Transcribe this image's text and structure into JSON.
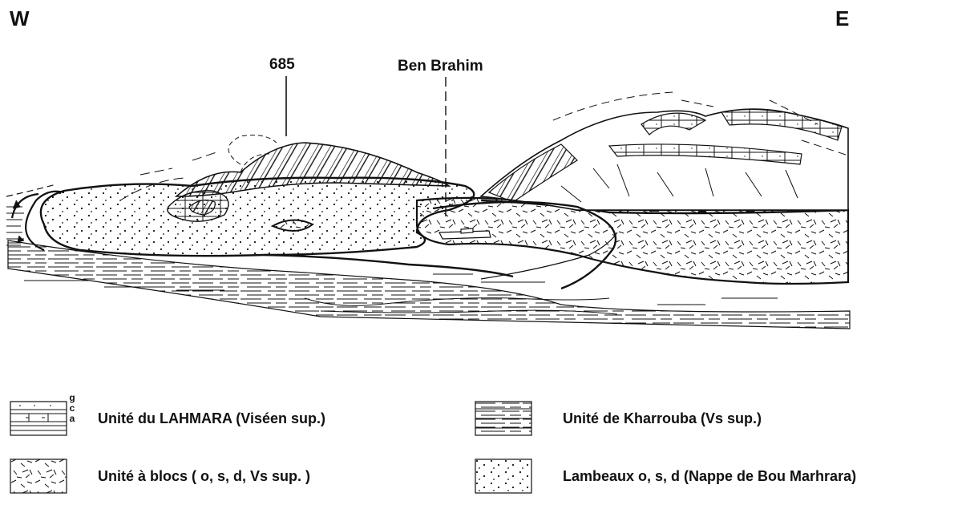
{
  "orientation": {
    "west": "W",
    "east": "E"
  },
  "annotations": {
    "peak_685": "685",
    "ben_brahim": "Ben Brahim"
  },
  "legend": {
    "items": [
      {
        "id": "lahmara",
        "label": "Unité du LAHMARA (Viséen sup.)",
        "sublabels": [
          "g",
          "c",
          "a"
        ],
        "pattern": "layered-limestone"
      },
      {
        "id": "kharrouba",
        "label": "Unité  de  Kharrouba (Vs  sup.)",
        "pattern": "horizontal-lines"
      },
      {
        "id": "blocs",
        "label": "Unité  à  blocs ( o, s, d, Vs  sup. )",
        "pattern": "random-dashes"
      },
      {
        "id": "lambeaux",
        "label": "Lambeaux   o, s, d  (Nappe  de Bou Marhrara)",
        "pattern": "dots"
      }
    ]
  },
  "colors": {
    "ink": "#111111",
    "paper": "#ffffff"
  }
}
